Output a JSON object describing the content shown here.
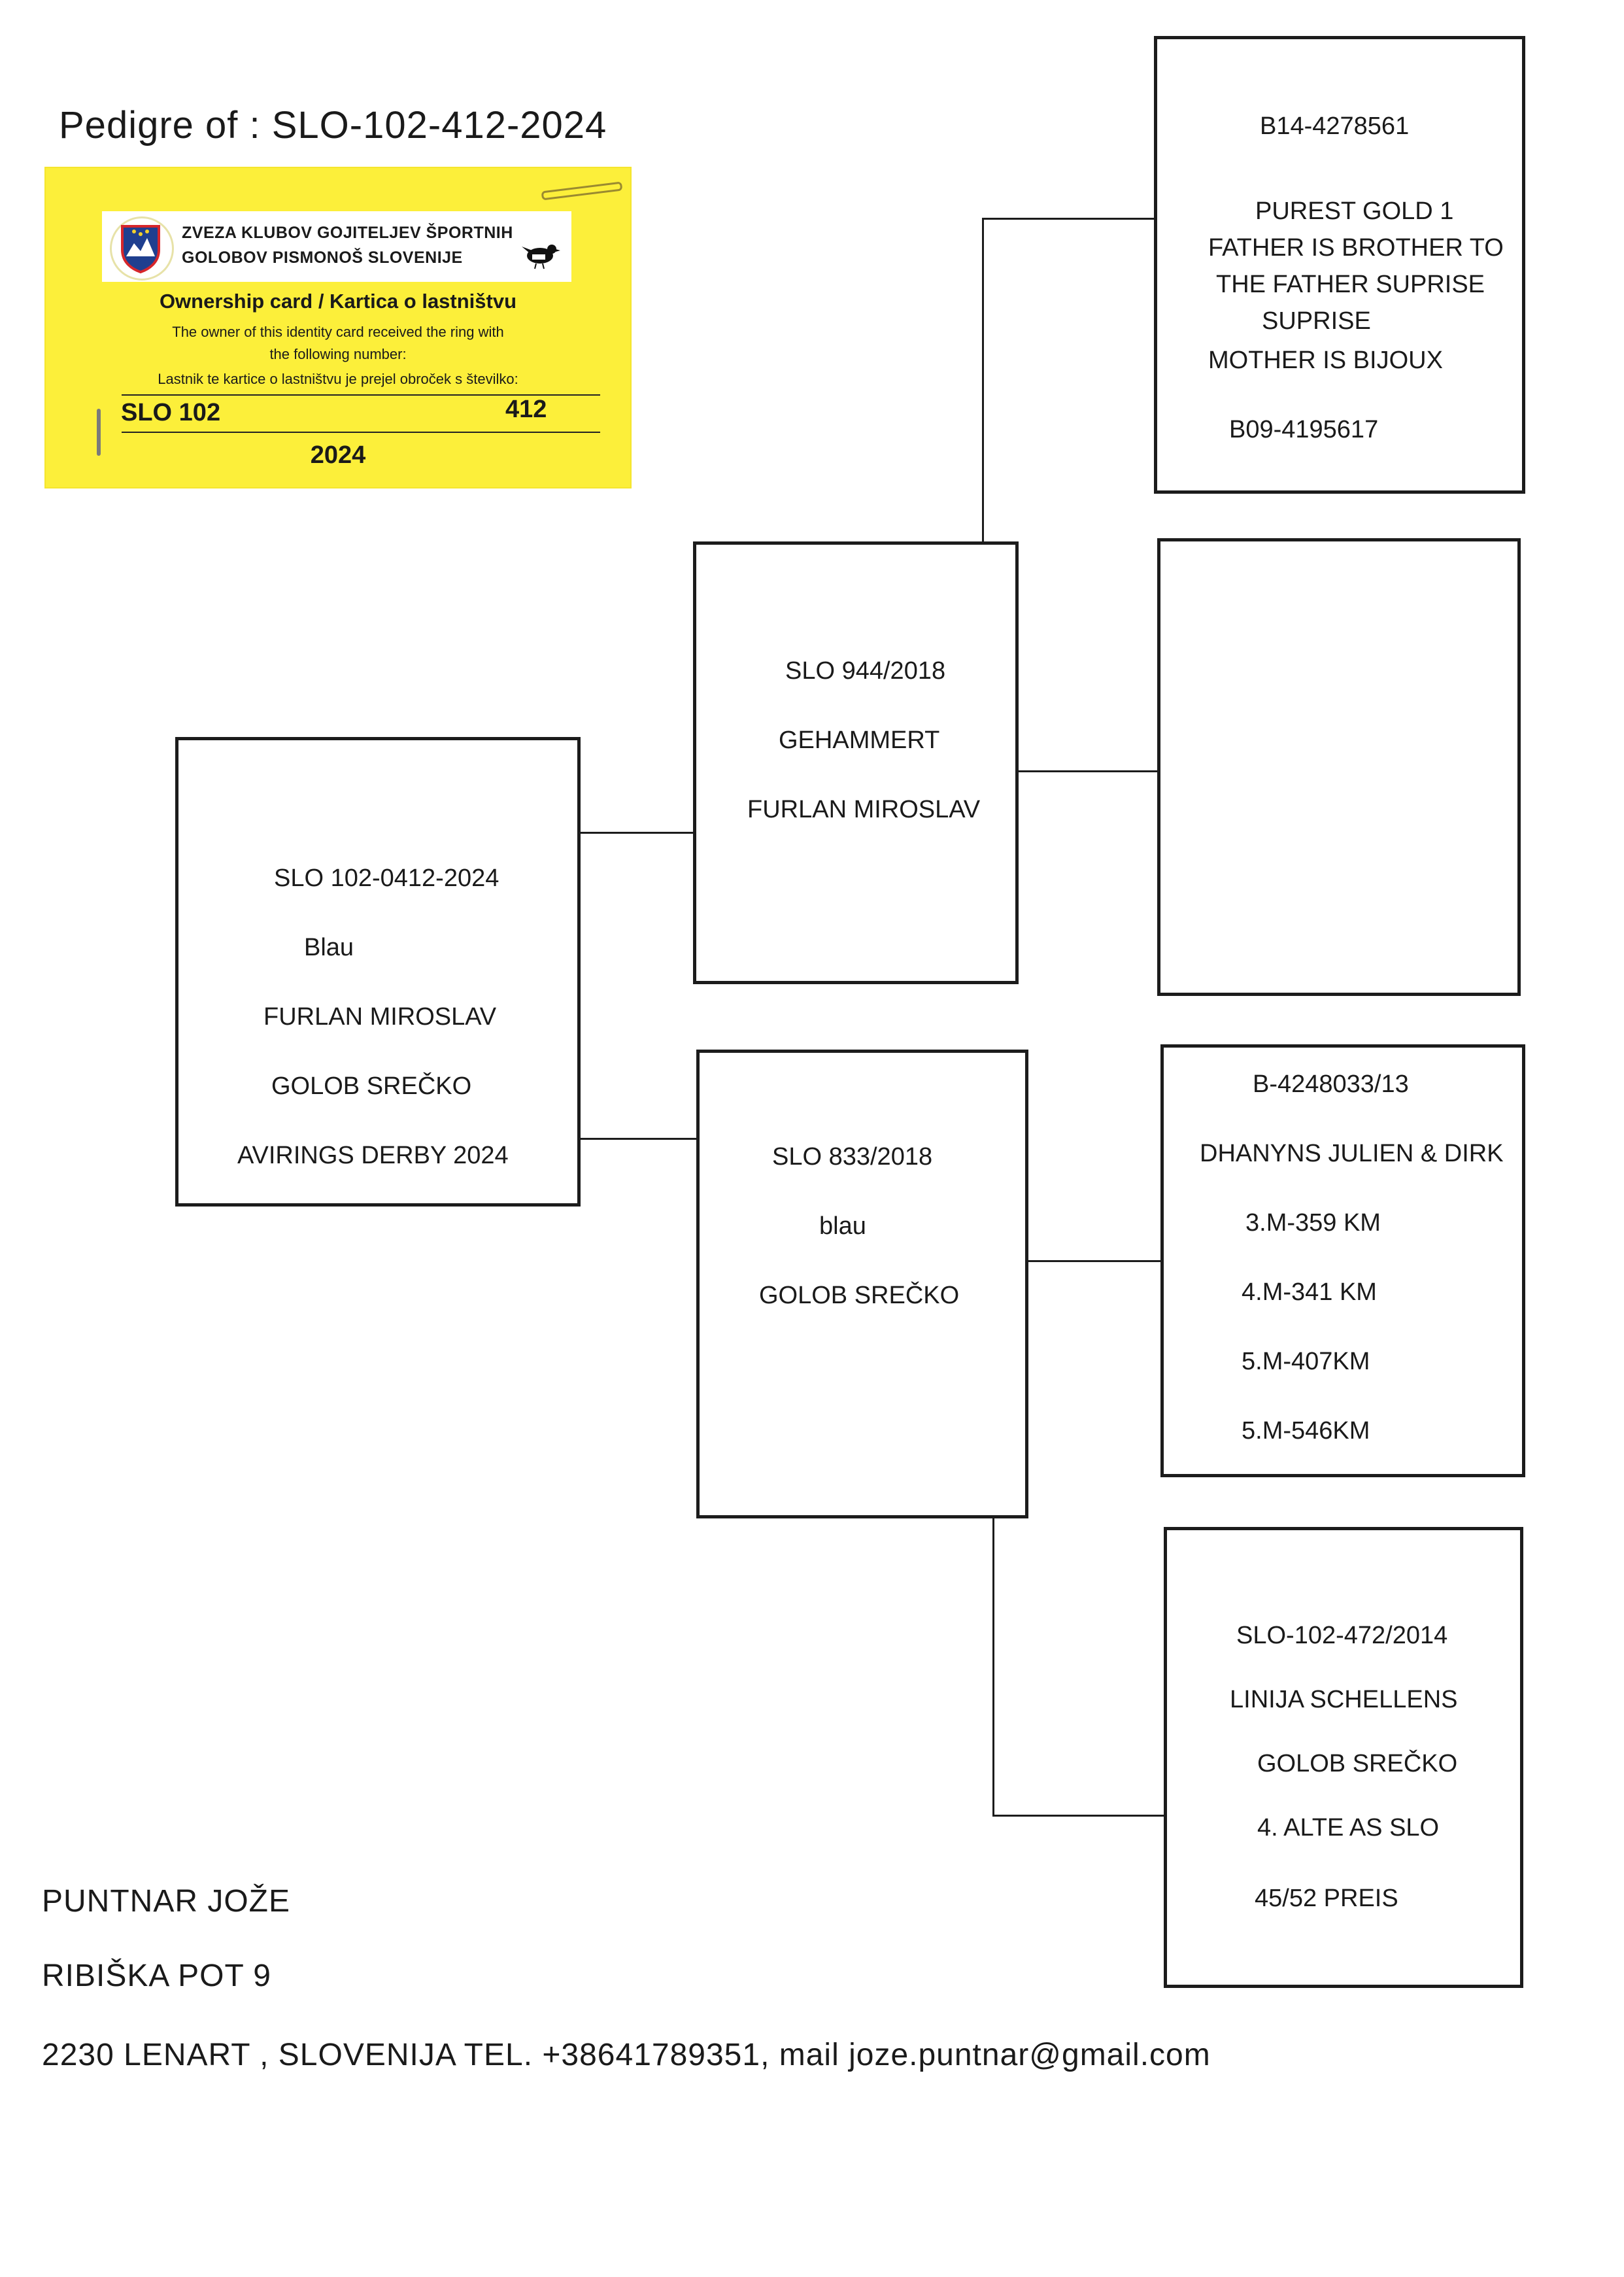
{
  "title": "Pedigre of :  SLO-102-412-2024",
  "card": {
    "org_line1": "ZVEZA KLUBOV GOJITELJEV ŠPORTNIH",
    "org_line2": "GOLOBOV PISMONOŠ SLOVENIJE",
    "heading": "Ownership card / Kartica o lastništvu",
    "text_en_1": "The owner of this identity card received the ring with",
    "text_en_2": "the following number:",
    "text_si": "Lastnik te kartice o lastništvu je prejel obroček s številko:",
    "ring_prefix": "SLO 102",
    "ring_number": "412",
    "ring_year": "2024",
    "colors": {
      "background": "#fcef3a",
      "emblem_blue": "#1f3f8f",
      "emblem_red": "#d6262b"
    }
  },
  "pigeon": {
    "lines": [
      "SLO 102-0412-2024",
      "Blau",
      "FURLAN MIROSLAV",
      "GOLOB SREČKO",
      "AVIRINGS DERBY 2024"
    ]
  },
  "sire": {
    "lines": [
      "SLO 944/2018",
      "GEHAMMERT",
      "FURLAN MIROSLAV"
    ]
  },
  "dam": {
    "lines": [
      "SLO 833/2018",
      "blau",
      "GOLOB SREČKO"
    ]
  },
  "sire_sire": {
    "lines": [
      "B14-4278561",
      "PUREST GOLD 1",
      "FATHER IS BROTHER TO",
      "THE FATHER SUPRISE",
      "SUPRISE",
      "MOTHER IS BIJOUX",
      "B09-4195617"
    ]
  },
  "sire_dam": {
    "lines": []
  },
  "dam_sire": {
    "lines": [
      "B-4248033/13",
      "DHANYNS JULIEN & DIRK",
      "3.M-359 KM",
      "4.M-341 KM",
      "5.M-407KM",
      "5.M-546KM"
    ]
  },
  "dam_dam": {
    "lines": [
      "SLO-102-472/2014",
      "LINIJA  SCHELLENS",
      "GOLOB SREČKO",
      "4. ALTE AS SLO",
      "45/52 PREIS"
    ]
  },
  "owner": {
    "name": "PUNTNAR   JOŽE",
    "street": "RIBIŠKA  POT  9",
    "city_contact": "2230 LENART  ,  SLOVENIJA TEL. +38641789351,  mail  joze.puntnar@gmail.com"
  }
}
